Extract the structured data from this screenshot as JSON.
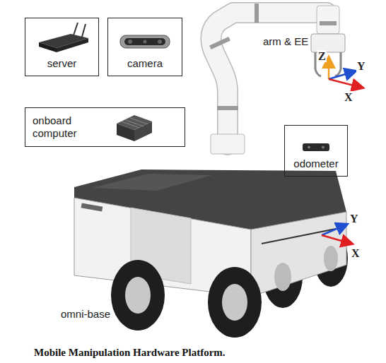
{
  "diagram": {
    "caption": "Mobile Manipulation Hardware Platform.",
    "nodes": [
      {
        "text": [
          "server"
        ]
      },
      {
        "text": [
          "camera"
        ]
      },
      {
        "text": [
          "onboard computer"
        ]
      },
      {
        "text": [
          "odometer"
        ]
      }
    ],
    "labels": [
      "arm & EE",
      "Z",
      "Y",
      "X",
      "Y",
      "X",
      "omni-base"
    ]
  }
}
